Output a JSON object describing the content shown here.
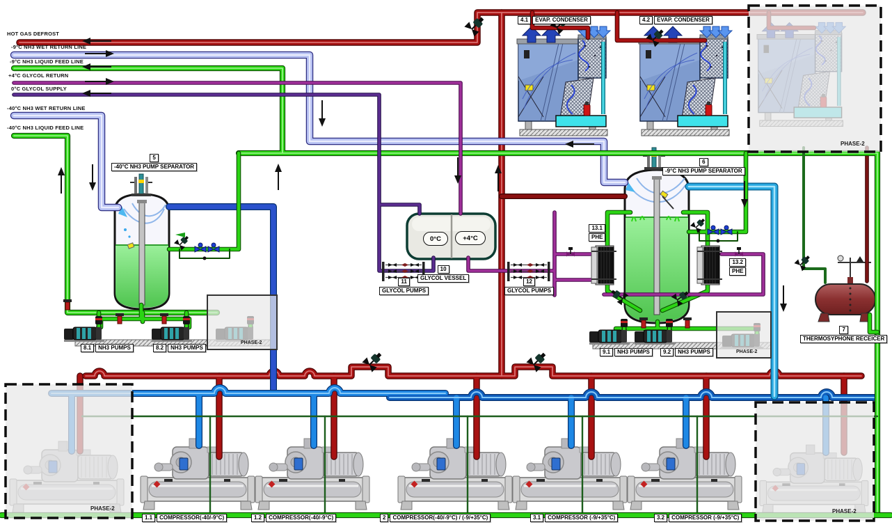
{
  "legend": [
    {
      "label": "HOT GAS DEFROST",
      "color": "#a81212",
      "arrow": "left"
    },
    {
      "label": "-9°C NH3 WET RETURN LINE",
      "color": "#b6c0f2",
      "arrow": "right"
    },
    {
      "label": "-9°C NH3 LIQUID FEED LINE",
      "color": "#2bd414",
      "arrow": "left"
    },
    {
      "label": "+4°C GLYCOL RETURN",
      "color": "#a0309a",
      "arrow": "right"
    },
    {
      "label": "0°C GLYCOL SUPPLY",
      "color": "#5c2d91",
      "arrow": "left"
    },
    {
      "label": "-40°C NH3 WET RETURN LINE",
      "color": "#b6c0f2",
      "arrow": "none"
    },
    {
      "label": "-40°C NH3 LIQUID FEED LINE",
      "color": "#2bd414",
      "arrow": "none"
    }
  ],
  "condensers": [
    {
      "tag": "4.1",
      "name": "EVAP. CONDENSER"
    },
    {
      "tag": "4.2",
      "name": "EVAP. CONDENSER"
    }
  ],
  "separators": [
    {
      "tag": "5",
      "name": "-40°C NH3 PUMP SEPARATOR"
    },
    {
      "tag": "6",
      "name": "-9°C NH3 PUMP SEPARATOR"
    }
  ],
  "glycol_vessel": {
    "tag": "10",
    "name": "GLYCOL VESSEL",
    "zones": [
      "0°C",
      "+4°C"
    ]
  },
  "glycol_pumps": [
    {
      "tag": "11",
      "name": "GLYCOL PUMPS"
    },
    {
      "tag": "12",
      "name": "GLYCOL PUMPS"
    }
  ],
  "phe": [
    {
      "tag": "13.1",
      "name": "PHE"
    },
    {
      "tag": "13.2",
      "name": "PHE"
    }
  ],
  "receiver": {
    "tag": "7",
    "name": "THERMOSYPHONE RECEICER"
  },
  "nh3_pumps": [
    {
      "tag": "8.1",
      "name": "NH3 PUMPS"
    },
    {
      "tag": "8.2",
      "name": "NH3 PUMPS"
    },
    {
      "tag": "9.1",
      "name": "NH3 PUMPS"
    },
    {
      "tag": "9.2",
      "name": "NH3 PUMPS"
    }
  ],
  "compressors": [
    {
      "tag": "1.1",
      "name": "COMPRESSOR(-40/-9°C)"
    },
    {
      "tag": "1.2",
      "name": "COMPRESSOR(-40/-9°C)"
    },
    {
      "tag": "2",
      "name": "COMPRESSOR(-40/-9°C) / (-9/+35°C)"
    },
    {
      "tag": "3.1",
      "name": "COMPRESSOR (-9/+35°C)"
    },
    {
      "tag": "3.2",
      "name": "COMPRESSOR (-9/+35°C)"
    }
  ],
  "phase2_label": "PHASE-2"
}
